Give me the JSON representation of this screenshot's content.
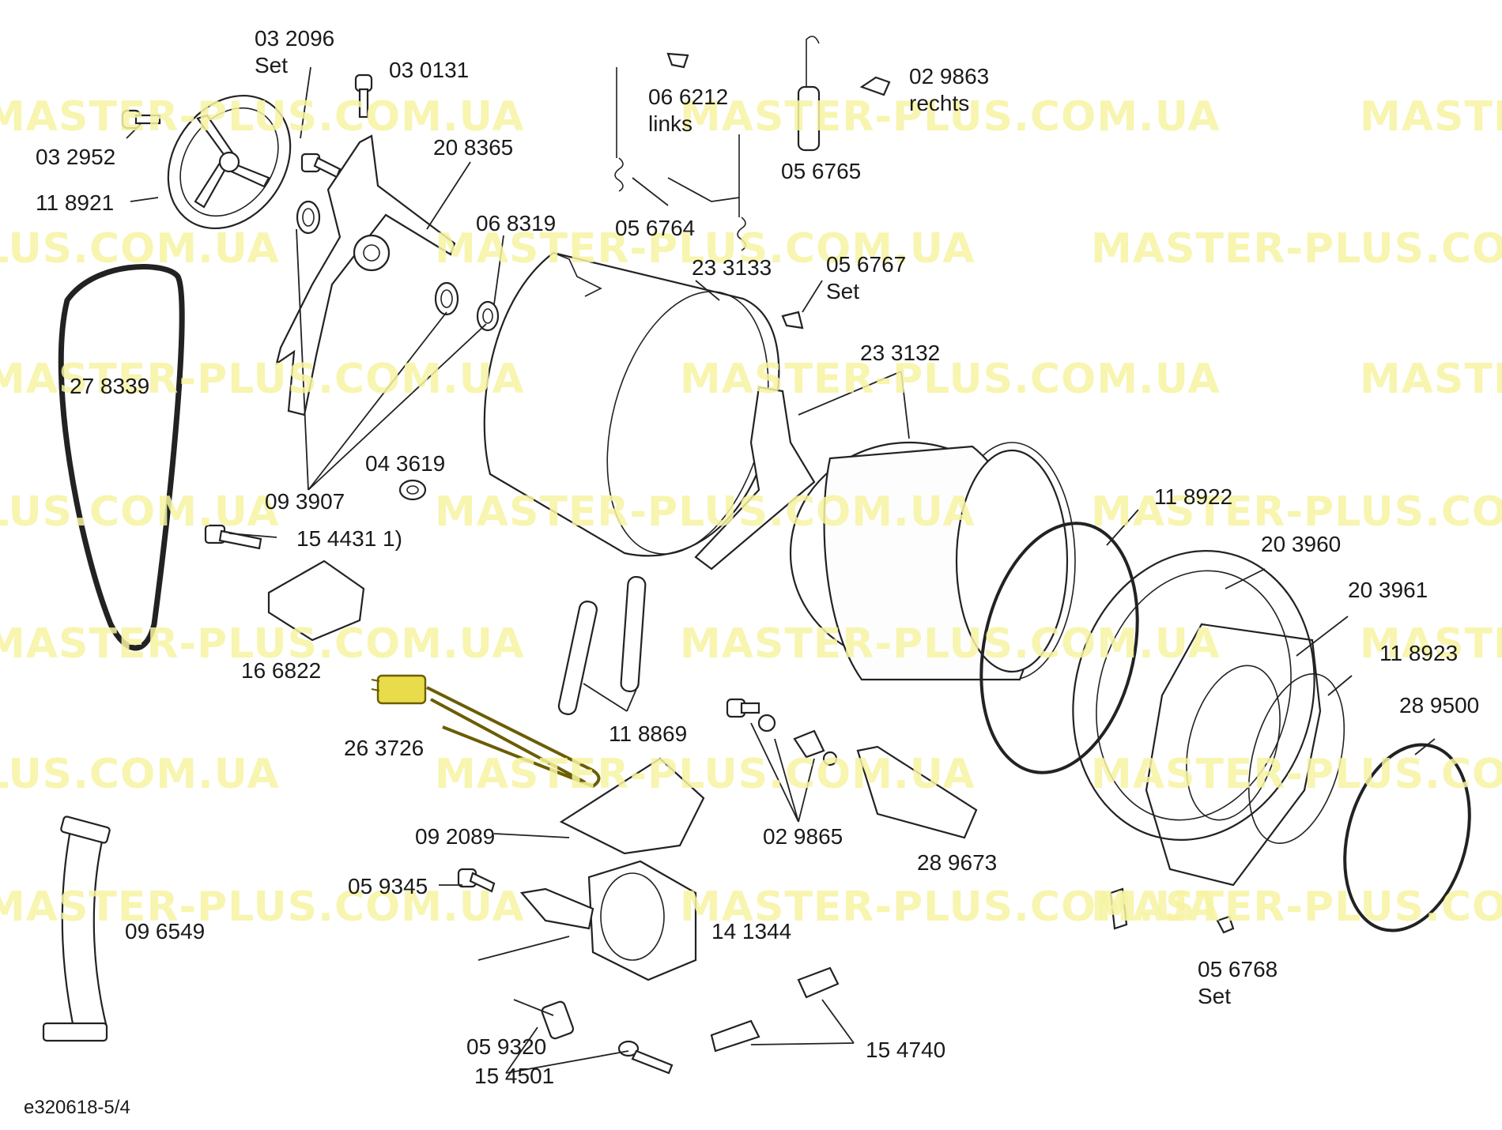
{
  "watermark": {
    "text": "MASTER-PLUS.COM.UA",
    "color": "#f6f4a2"
  },
  "highlight_color": "#e8dc4a",
  "labels": {
    "p032096": "03 2096",
    "p032096_set": "Set",
    "p030131": "03 0131",
    "p032952": "03 2952",
    "p118921": "11 8921",
    "p208365": "20 8365",
    "p066212": "06 6212",
    "p066212_side": "links",
    "p056764": "05 6764",
    "p056765": "05 6765",
    "p029863": "02 9863",
    "p029863_side": "rechts",
    "p068319": "06 8319",
    "p233133": "23 3133",
    "p056767": "05 6767",
    "p056767_set": "Set",
    "p278339": "27 8339",
    "p233132": "23 3132",
    "p093907": "09 3907",
    "p043619": "04 3619",
    "p154431": "15 4431 1)",
    "p118922": "11 8922",
    "p203960": "20 3960",
    "p203961": "20 3961",
    "p166822": "16 6822",
    "p118923": "11 8923",
    "p289500": "28 9500",
    "p263726": "26 3726",
    "p118869": "11 8869",
    "p092089": "09 2089",
    "p029865": "02 9865",
    "p289673": "28 9673",
    "p059345": "05 9345",
    "p096549": "09 6549",
    "p141344": "14 1344",
    "p056768": "05 6768",
    "p056768_set": "Set",
    "p059320": "05 9320",
    "p154501": "15 4501",
    "p154740": "15 4740",
    "drawing_id": "e320618-5/4"
  }
}
